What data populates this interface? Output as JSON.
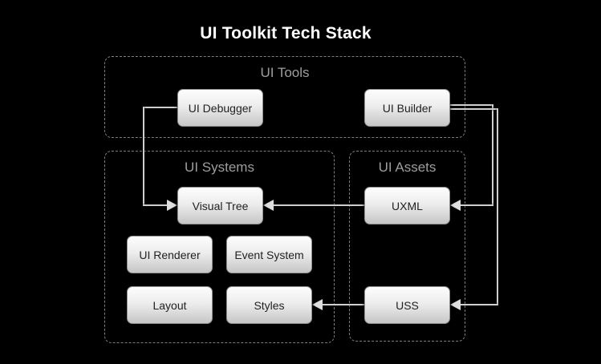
{
  "title": "UI Toolkit Tech Stack",
  "groups": {
    "ui_tools": {
      "label": "UI Tools"
    },
    "ui_systems": {
      "label": "UI Systems"
    },
    "ui_assets": {
      "label": "UI Assets"
    }
  },
  "nodes": {
    "ui_debugger": {
      "label": "UI Debugger",
      "group": "UI Tools"
    },
    "ui_builder": {
      "label": "UI Builder",
      "group": "UI Tools"
    },
    "visual_tree": {
      "label": "Visual Tree",
      "group": "UI Systems"
    },
    "ui_renderer": {
      "label": "UI Renderer",
      "group": "UI Systems"
    },
    "event_system": {
      "label": "Event System",
      "group": "UI Systems"
    },
    "layout": {
      "label": "Layout",
      "group": "UI Systems"
    },
    "styles": {
      "label": "Styles",
      "group": "UI Systems"
    },
    "uxml": {
      "label": "UXML",
      "group": "UI Assets"
    },
    "uss": {
      "label": "USS",
      "group": "UI Assets"
    }
  },
  "edges": [
    {
      "from": "UI Debugger",
      "to": "Visual Tree"
    },
    {
      "from": "UI Builder",
      "to": "UXML"
    },
    {
      "from": "UI Builder",
      "to": "USS"
    },
    {
      "from": "UXML",
      "to": "Visual Tree"
    },
    {
      "from": "USS",
      "to": "Styles"
    }
  ],
  "colors": {
    "background": "#000000",
    "title_text": "#ffffff",
    "group_border": "#7e7e7e",
    "group_label": "#9e9e9e",
    "node_gradient_top": "#fdfdfd",
    "node_gradient_bottom": "#c6c6c6",
    "node_text": "#222222",
    "connector": "#cfcfcf"
  }
}
